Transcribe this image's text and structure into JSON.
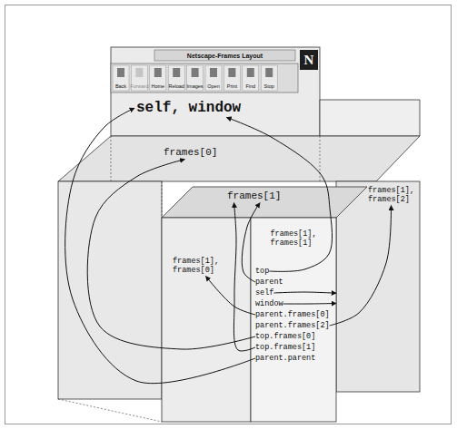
{
  "diagram": {
    "nodes": [
      {
        "text": [
          "self, window"
        ]
      },
      {
        "text": [
          "frames[0]"
        ]
      },
      {
        "text": [
          "frames[1]"
        ]
      },
      {
        "text": [
          "frames[1], frames[0]"
        ]
      },
      {
        "text": [
          "frames[1], frames[1]"
        ]
      },
      {
        "text": [
          "frames[1], frames[2]"
        ]
      },
      {
        "text": [
          "top"
        ],
        "in": 4
      },
      {
        "text": [
          "parent"
        ],
        "in": 4
      },
      {
        "text": [
          "self"
        ],
        "in": 4
      },
      {
        "text": [
          "window"
        ],
        "in": 4
      },
      {
        "text": [
          "parent.frames[0]"
        ],
        "in": 4
      },
      {
        "text": [
          "parent.frames[2]"
        ],
        "in": 4
      },
      {
        "text": [
          "top.frames[0]"
        ],
        "in": 4
      },
      {
        "text": [
          "top.frames[1]"
        ],
        "in": 4
      },
      {
        "text": [
          "parent.parent"
        ],
        "in": 4
      }
    ],
    "edges": [
      {
        "from": 6,
        "to": 0,
        "arrow": "to"
      },
      {
        "from": 7,
        "to": 2,
        "arrow": "to"
      },
      {
        "from": 8,
        "to": 4,
        "arrow": "to"
      },
      {
        "from": 9,
        "to": 4,
        "arrow": "to"
      },
      {
        "from": 10,
        "to": 3,
        "arrow": "to"
      },
      {
        "from": 11,
        "to": 5,
        "arrow": "to"
      },
      {
        "from": 12,
        "to": 1,
        "arrow": "to"
      },
      {
        "from": 13,
        "to": 2,
        "arrow": "to"
      },
      {
        "from": 14,
        "to": 0,
        "arrow": "to"
      }
    ],
    "labels": [
      "Netscape-Frames Layout",
      "N",
      "Back",
      "Forward",
      "Home",
      "Reload",
      "Images",
      "Open",
      "Print",
      "Find",
      "Stop"
    ]
  }
}
